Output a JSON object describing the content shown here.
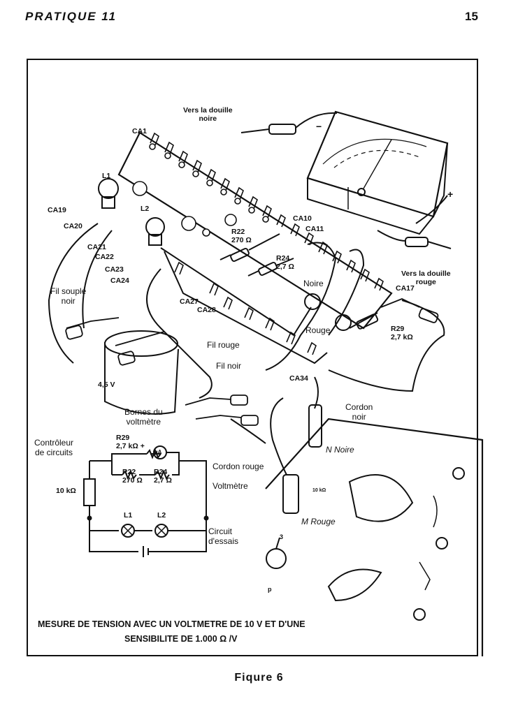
{
  "header": {
    "left": "PRATIQUE 11",
    "right": "15"
  },
  "labels": {
    "vers_noire": "Vers la douille\nnoire",
    "vers_rouge": "Vers la douille\nrouge",
    "ca1": "CA1",
    "ca10": "CA10",
    "ca11": "CA11",
    "ca17": "CA17",
    "ca19": "CA19",
    "ca20": "CA20",
    "ca21": "CA21",
    "ca22": "CA22",
    "ca23": "CA23",
    "ca24": "CA24",
    "ca27": "CA27",
    "ca28": "CA28",
    "ca34": "CA34",
    "l1": "L1",
    "l2": "L2",
    "r22": "R22\n270 Ω",
    "r24": "R24\n2,7 Ω",
    "r29": "R29\n2,7 kΩ",
    "noire": "Noire",
    "rouge": "Rouge",
    "fil_souple": "Fil souple\nnoir",
    "fil_rouge": "Fil rouge",
    "fil_noir": "Fil noir",
    "v45": "4,5 V",
    "bornes": "Bornes du\nvoltmètre",
    "cordon_noir": "Cordon\nnoir",
    "controleur": "Contrôleur\nde circuits",
    "cordon_rouge": "Cordon rouge",
    "voltmetre": "Voltmètre",
    "n_noire": "N Noire",
    "m_rouge": "M Rouge",
    "circuit_essais": "Circuit\nd'essais",
    "sch_r29": "R29\n2,7 kΩ +",
    "sch_r22": "R22\n270 Ω",
    "sch_r24": "R24\n2,7 Ω",
    "sch_10k": "10 kΩ",
    "sch_l1": "L1",
    "sch_l2": "L2",
    "ua": "µA",
    "plus": "+",
    "minus": "−",
    "ten_k": "10 kΩ",
    "s3": "3",
    "s_p": "p"
  },
  "caption": {
    "line1": "MESURE DE TENSION AVEC UN VOLTMETRE DE 10 V ET D'UNE",
    "line2": "SENSIBILITE DE 1.000 Ω /V"
  },
  "figure": "Fiqure 6"
}
